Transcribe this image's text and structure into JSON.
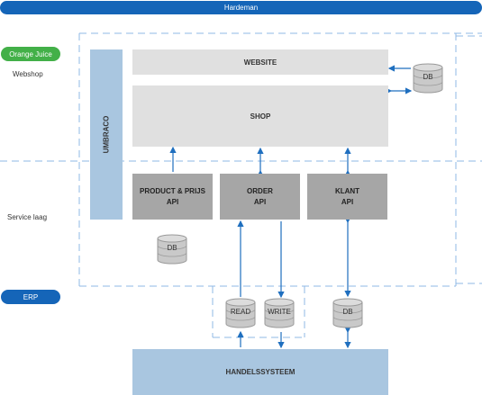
{
  "header": {
    "title": "Hardeman"
  },
  "lanes": {
    "orange_juice": "Orange Juice",
    "webshop": "Webshop",
    "service_laag": "Service laag",
    "erp": "ERP"
  },
  "boxes": {
    "umbraco": "UMBRACO",
    "website": "WEBSITE",
    "shop": "SHOP",
    "product_api_line1": "PRODUCT & PRIJS",
    "product_api_line2": "API",
    "order_api_line1": "ORDER",
    "order_api_line2": "API",
    "klant_api_line1": "KLANT",
    "klant_api_line2": "API",
    "handelssysteem": "HANDELSSYSTEEM"
  },
  "databases": {
    "web_db": "DB",
    "product_db": "DB",
    "read_db": "READ",
    "write_db": "WRITE",
    "klant_db": "DB"
  },
  "colors": {
    "header_blue": "#1565b8",
    "green": "#43b048",
    "arrow_blue": "#1f6fbf",
    "umbraco_blue": "#a9c6e0",
    "dashed": "#8fb8e6"
  }
}
